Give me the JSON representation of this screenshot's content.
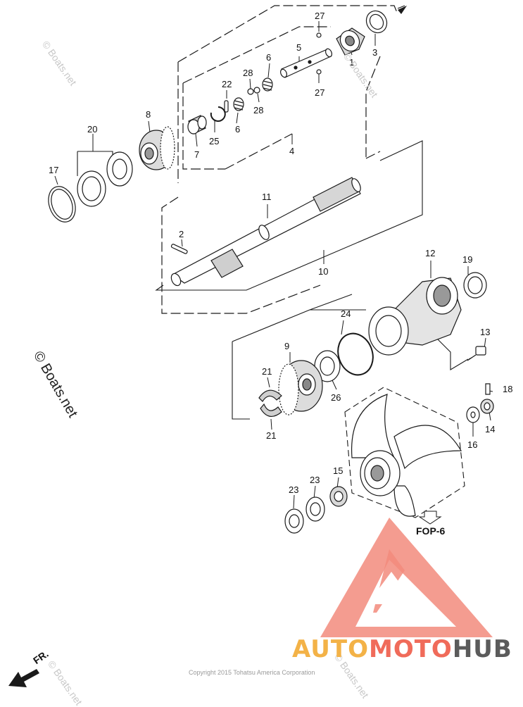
{
  "callouts": {
    "c1": "1",
    "c2": "2",
    "c3": "3",
    "c4": "4",
    "c5": "5",
    "c6a": "6",
    "c6b": "6",
    "c7": "7",
    "c8": "8",
    "c9": "9",
    "c10": "10",
    "c11": "11",
    "c12": "12",
    "c13": "13",
    "c14": "14",
    "c15": "15",
    "c16": "16",
    "c17": "17",
    "c18": "18",
    "c19": "19",
    "c20": "20",
    "c21a": "21",
    "c21b": "21",
    "c22": "22",
    "c23a": "23",
    "c23b": "23",
    "c24": "24",
    "c25": "25",
    "c26": "26",
    "c27a": "27",
    "c27b": "27",
    "c28a": "28",
    "c28b": "28"
  },
  "reference": {
    "fop": "FOP-6",
    "front": "FR."
  },
  "watermarks": {
    "side": "© Boats.net",
    "faint": "© Boats.net",
    "copyright": "Copyright 2015 Tohatsu America Corporation"
  },
  "brand": {
    "part1": "AUTO",
    "part2": "MOTO",
    "part3": "HUB"
  },
  "colors": {
    "logo_red": "#f06b5a",
    "logo_orange": "#f3b247",
    "logo_gray": "#5b5b5b",
    "line": "#1a1a1a"
  }
}
